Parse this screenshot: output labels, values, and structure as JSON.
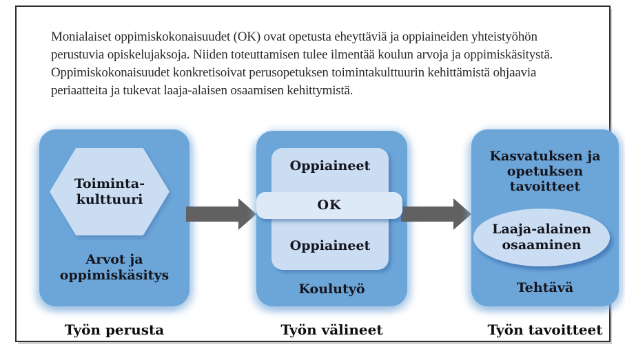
{
  "colors": {
    "panel_blue": "#6CA6D9",
    "shape_light_blue": "#CADDF2",
    "ok_band_blue": "#DEE9F7",
    "arrow_gray": "#616161",
    "label_text": "#15151D"
  },
  "intro": {
    "lines": [
      "Monialaiset oppimiskokonaisuudet (OK) ovat opetusta eheyttäviä ja oppiaineiden yhteistyöhön",
      "perustuvia opiskelujaksoja. Niiden toteuttamisen tulee ilmentää koulun arvoja ja oppimiskäsitystä.",
      "Oppimiskokonaisuudet konkretisoivat perusopetuksen toimintakulttuurin kehittämistä ohjaavia",
      "periaatteita ja tukevat laaja-alaisen osaamisen kehittymistä."
    ]
  },
  "panels": {
    "perusta": {
      "hexagon_lines": [
        "Toiminta-",
        "kulttuuri"
      ],
      "body_lines": [
        "Arvot ja",
        "oppimiskäsitys"
      ],
      "caption": "Työn perusta"
    },
    "valineet": {
      "subjects_top": "Oppiaineet",
      "ok_band": "OK",
      "subjects_bottom": "Oppiaineet",
      "footer": "Koulutyö",
      "caption": "Työn välineet"
    },
    "tavoitteet": {
      "heading_lines": [
        "Kasvatuksen ja",
        "opetuksen",
        "tavoitteet"
      ],
      "ellipse_lines": [
        "Laaja-alainen",
        "osaaminen"
      ],
      "footer": "Tehtävä",
      "caption": "Työn tavoitteet"
    }
  }
}
